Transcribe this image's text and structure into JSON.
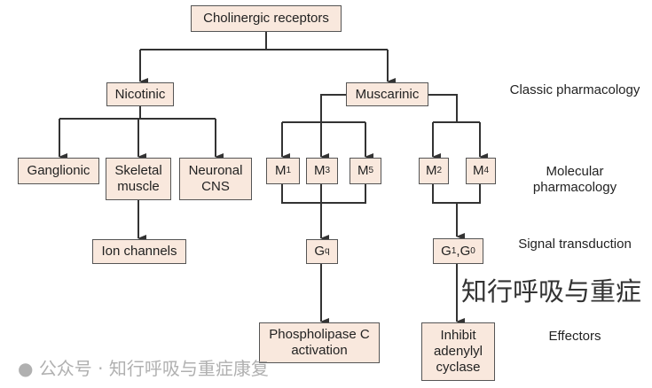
{
  "root": "Cholinergic receptors",
  "nicotinic": "Nicotinic",
  "muscarinic": "Muscarinic",
  "ganglionic": "Ganglionic",
  "skeletal": "Skeletal muscle",
  "neuronal": "Neuronal CNS",
  "ion": "Ion channels",
  "m1": {
    "main": "M",
    "sub": "1"
  },
  "m3": {
    "main": "M",
    "sub": "3"
  },
  "m5": {
    "main": "M",
    "sub": "5"
  },
  "m2": {
    "main": "M",
    "sub": "2"
  },
  "m4": {
    "main": "M",
    "sub": "4"
  },
  "gq": {
    "main": "G",
    "sub": "q"
  },
  "gi": {
    "a": "G",
    "a_sub": "1",
    "sep": ",G",
    "b_sub": "0"
  },
  "plc": "Phospholipase C activation",
  "inhibit": "Inhibit adenylyl cyclase",
  "levels": [
    "Classic pharmacology",
    "Molecular pharmacology",
    "Signal transduction",
    "Effectors"
  ],
  "watermark_main": "知行呼吸与重症",
  "watermark_footer": "公众号 · 知行呼吸与重症康复",
  "colors": {
    "box_fill": "#f9e8dd",
    "line": "#333333"
  }
}
